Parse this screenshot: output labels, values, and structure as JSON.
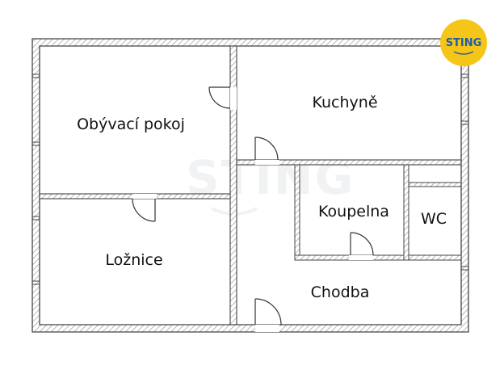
{
  "plan": {
    "rooms": {
      "living_room": "Obývací pokoj",
      "kitchen": "Kuchyně",
      "bedroom": "Ložnice",
      "bathroom": "Koupelna",
      "wc": "WC",
      "hallway": "Chodba"
    }
  },
  "logo": {
    "text": "STING",
    "background_color": "#f5c518",
    "text_color": "#1f5fa8"
  },
  "watermark": {
    "text": "STING"
  },
  "colors": {
    "wall_fill": "#ffffff",
    "wall_stroke": "#444444",
    "hatch": "#888888",
    "floor": "#ffffff",
    "label": "#111111"
  }
}
